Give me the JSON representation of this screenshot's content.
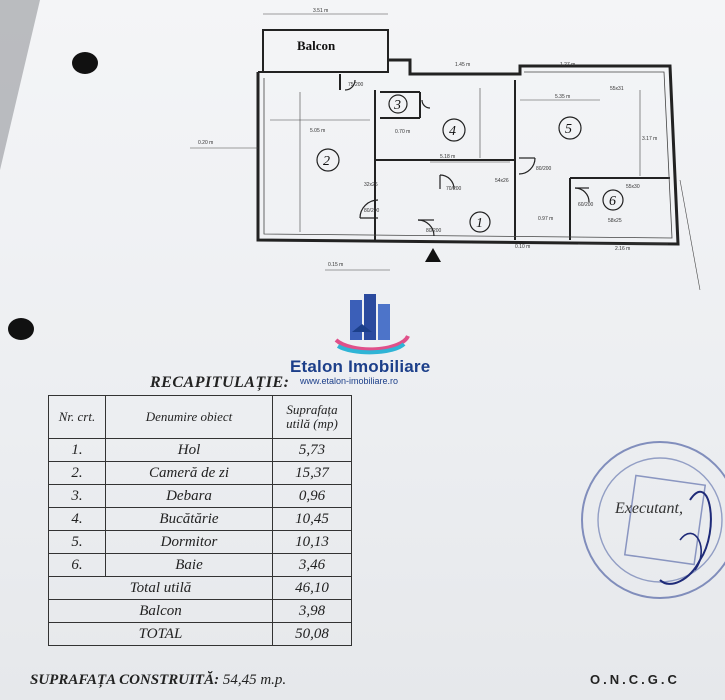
{
  "plan": {
    "balcony_label": "Balcon",
    "rooms": [
      "1",
      "2",
      "3",
      "4",
      "5",
      "6"
    ],
    "dimensions": [
      "3.51 m",
      "5.05 m",
      "5.18 m",
      "5.35 m",
      "3.17 m",
      "2.16 m",
      "0.20 m",
      "0.15 m",
      "0.10 m",
      "0.97 m",
      "0.70 m",
      "1.45 m",
      "1.27 m"
    ],
    "doors": [
      "80/200",
      "70/200",
      "80/200",
      "60/200",
      "75/200",
      "80/200"
    ],
    "windows": [
      "32x26",
      "54x26",
      "55x31",
      "58x25",
      "55x30"
    ]
  },
  "logo": {
    "name": "Etalon Imobiliare",
    "url": "www.etalon-imobiliare.ro"
  },
  "recap": {
    "title": "RECAPITULAȚIE:",
    "headers": {
      "nr": "Nr. crt.",
      "name": "Denumire obiect",
      "area": "Suprafața utilă (mp)"
    },
    "rows": [
      {
        "nr": "1.",
        "name": "Hol",
        "area": "5,73"
      },
      {
        "nr": "2.",
        "name": "Cameră de zi",
        "area": "15,37"
      },
      {
        "nr": "3.",
        "name": "Debara",
        "area": "0,96"
      },
      {
        "nr": "4.",
        "name": "Bucătărie",
        "area": "10,45"
      },
      {
        "nr": "5.",
        "name": "Dormitor",
        "area": "10,13"
      },
      {
        "nr": "6.",
        "name": "Baie",
        "area": "3,46"
      }
    ],
    "total_utila": {
      "label": "Total utilă",
      "value": "46,10"
    },
    "balcon": {
      "label": "Balcon",
      "value": "3,98"
    },
    "total": {
      "label": "TOTAL",
      "value": "50,08"
    }
  },
  "construita": {
    "label": "SUPRAFAȚA CONSTRUITĂ:",
    "value": "54,45 m.p."
  },
  "stamp": {
    "executant": "Executant,",
    "footer": "O.N.C.G.C"
  },
  "colors": {
    "logo_blue": "#1c3f8a",
    "stamp_blue": "#3a4f9a",
    "ink": "#222222"
  }
}
